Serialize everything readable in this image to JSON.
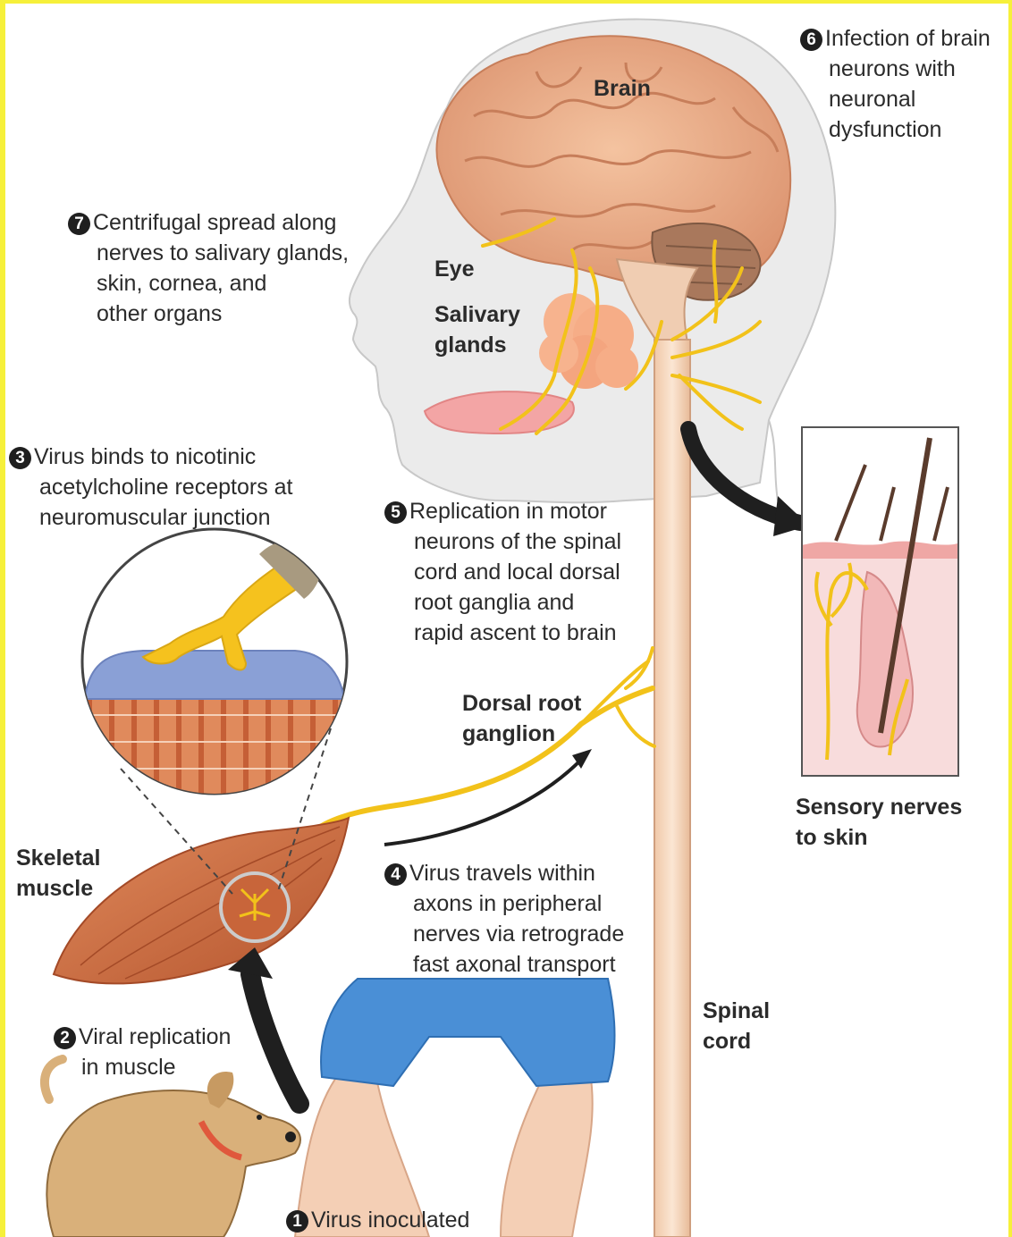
{
  "labels": {
    "brain": "Brain",
    "eye": "Eye",
    "salivary": [
      "Salivary",
      "glands"
    ],
    "dorsal": [
      "Dorsal root",
      "ganglion"
    ],
    "sensory": [
      "Sensory nerves",
      "to skin"
    ],
    "skeletal": [
      "Skeletal",
      "muscle"
    ],
    "spinal": [
      "Spinal",
      "cord"
    ]
  },
  "steps": [
    {
      "num": "1",
      "lines": [
        "Virus inoculated"
      ]
    },
    {
      "num": "2",
      "lines": [
        "Viral replication",
        "in muscle"
      ]
    },
    {
      "num": "3",
      "lines": [
        "Virus binds to nicotinic",
        "acetylcholine receptors at",
        "neuromuscular junction"
      ]
    },
    {
      "num": "4",
      "lines": [
        "Virus travels within",
        "axons in peripheral",
        "nerves via retrograde",
        "fast axonal transport"
      ]
    },
    {
      "num": "5",
      "lines": [
        "Replication in motor",
        "neurons of the spinal",
        "cord and local dorsal",
        "root ganglia and",
        "rapid ascent to brain"
      ]
    },
    {
      "num": "6",
      "lines": [
        "Infection of brain",
        "neurons with",
        "neuronal",
        "dysfunction"
      ]
    },
    {
      "num": "7",
      "lines": [
        "Centrifugal spread along",
        "nerves to salivary glands,",
        "skin, cornea, and",
        "other organs"
      ]
    }
  ],
  "colors": {
    "nerve": "#f2c21a",
    "brain": "#e9a77f",
    "skin": "#f6e0cf",
    "muscle": "#c8653a",
    "shorts": "#4a8fd6",
    "dog": "#d9b07a",
    "frame": "#f6f03a"
  }
}
